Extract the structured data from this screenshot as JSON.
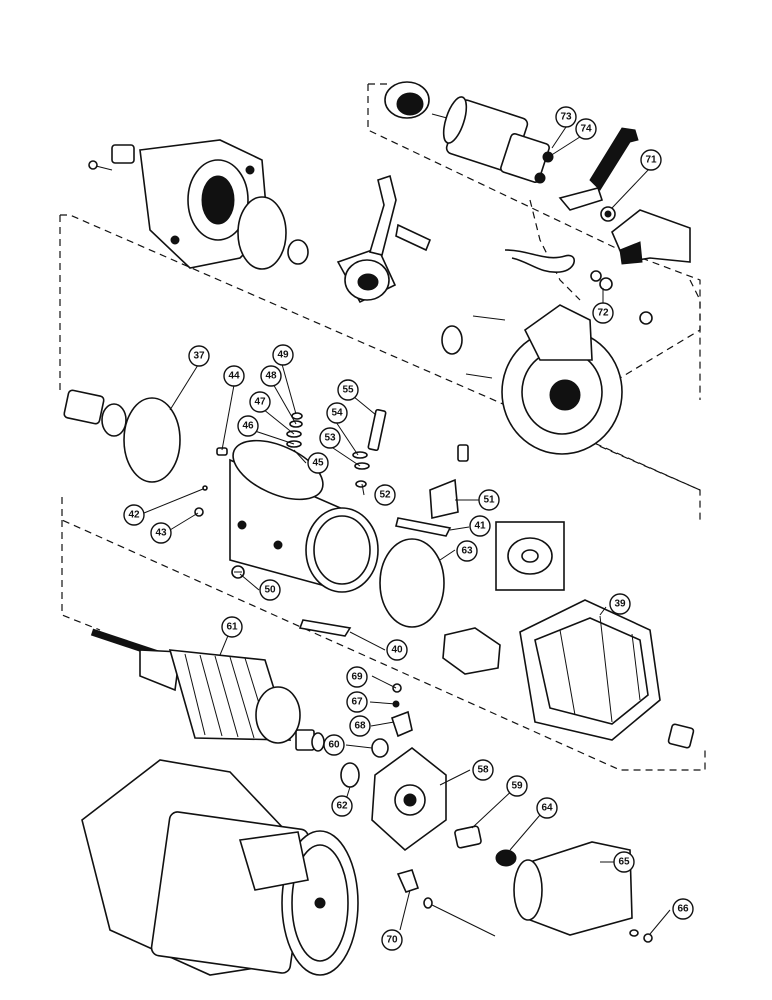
{
  "callouts": {
    "c37": "37",
    "c39": "39",
    "c40": "40",
    "c41": "41",
    "c42": "42",
    "c43": "43",
    "c44": "44",
    "c45": "45",
    "c46": "46",
    "c47": "47",
    "c48": "48",
    "c49": "49",
    "c50": "50",
    "c51": "51",
    "c52": "52",
    "c53": "53",
    "c54": "54",
    "c55": "55",
    "c58": "58",
    "c59": "59",
    "c60": "60",
    "c61": "61",
    "c62": "62",
    "c63": "63",
    "c64": "64",
    "c65": "65",
    "c66": "66",
    "c67": "67",
    "c68": "68",
    "c69": "69",
    "c70": "70",
    "c71": "71",
    "c72": "72",
    "c73": "73",
    "c74": "74"
  }
}
